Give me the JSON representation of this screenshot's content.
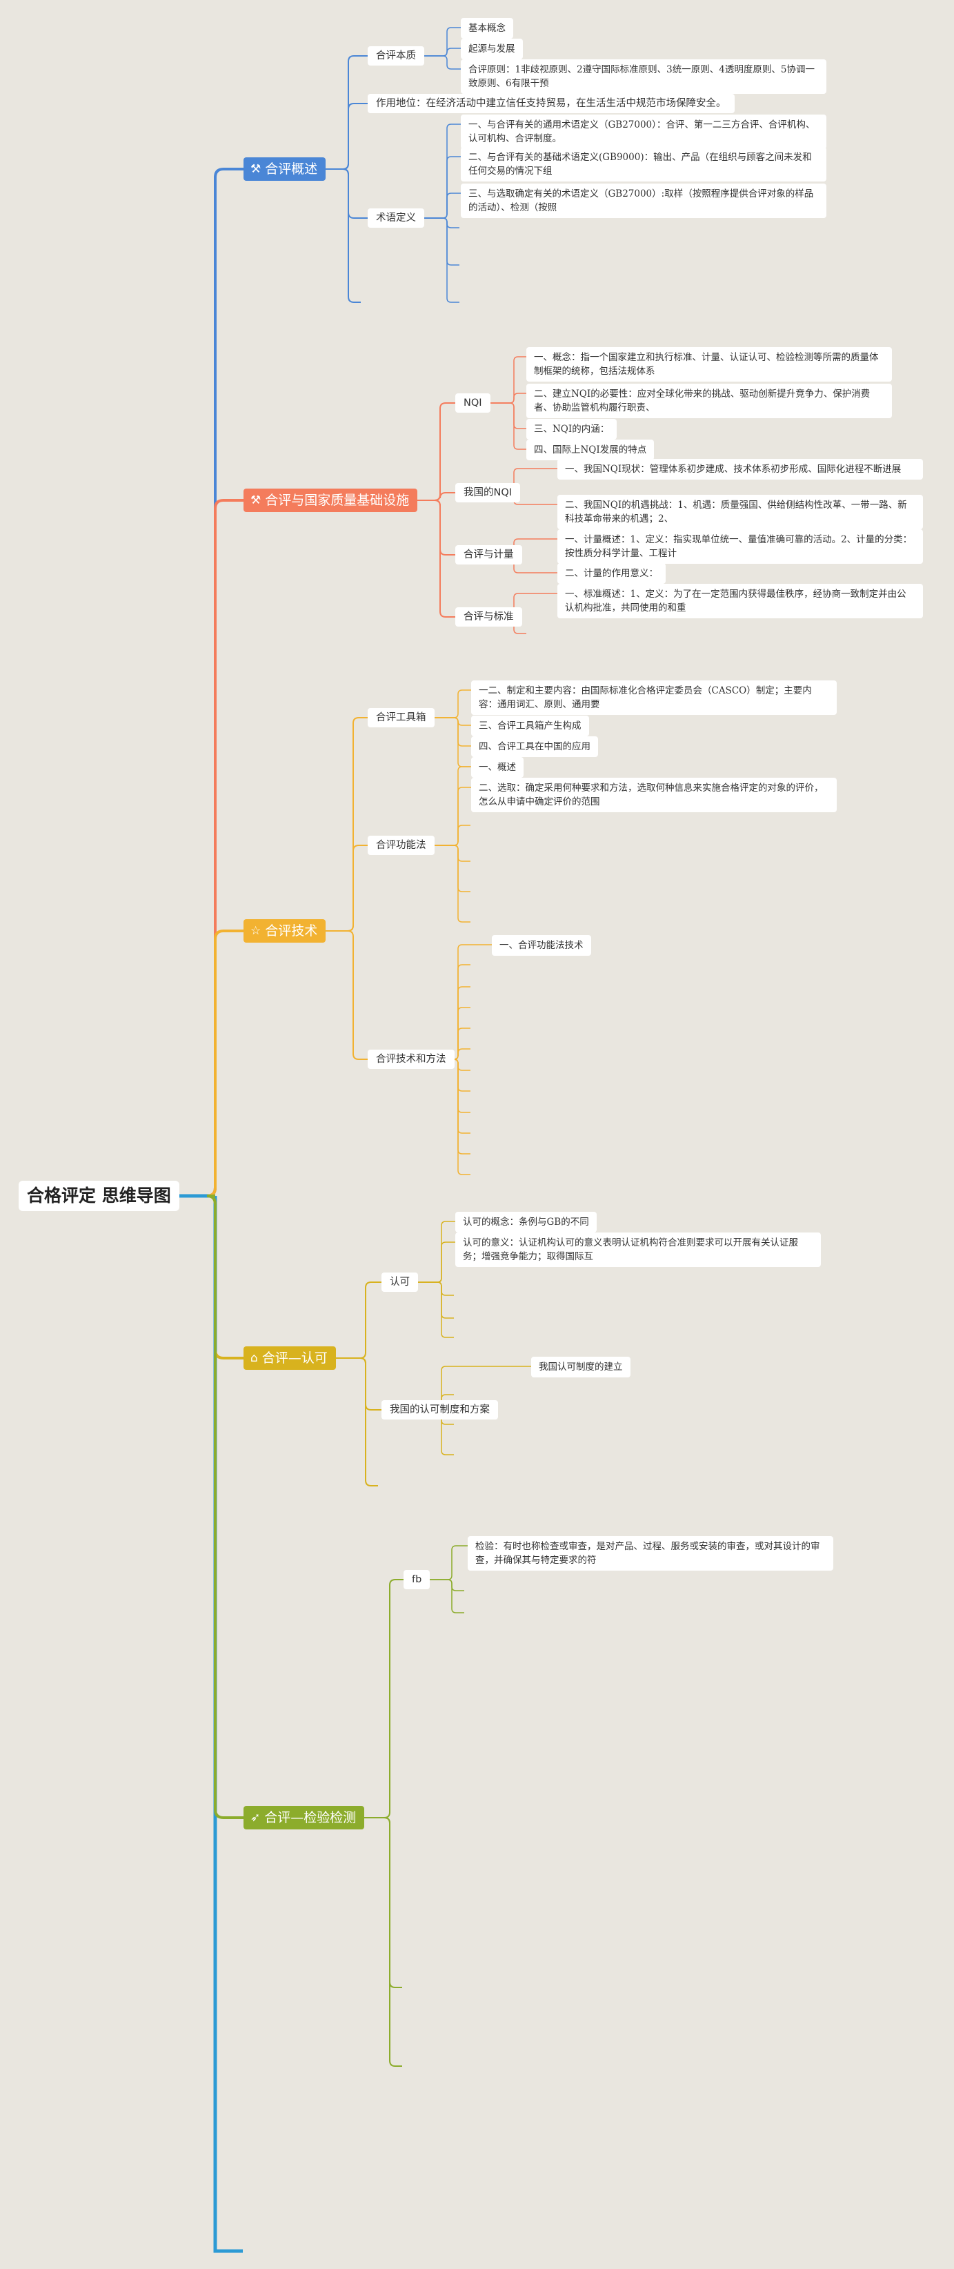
{
  "root": {
    "title": "合格评定 思维导图"
  },
  "colors": {
    "trunk": "#2c9ad4",
    "b1": "#4a86d6",
    "b2": "#f47c5c",
    "b3": "#f2b231",
    "b4": "#d8b21e",
    "b5": "#8cac2c"
  },
  "branches": [
    {
      "label": "合评概述",
      "icon": "wrench-icon",
      "glyph": "⚒",
      "children": [
        {
          "label": "合评本质",
          "items": [
            "基本概念",
            "起源与发展",
            "合评原则：1非歧视原则、2遵守国际标准原则、3统一原则、4透明度原则、5协调一致原则、6有限干预"
          ]
        },
        {
          "label": "作用地位：在经济活动中建立信任支持贸易，在生活生活中规范市场保障安全。",
          "items": []
        },
        {
          "label": "术语定义",
          "items": [
            "一、与合评有关的通用术语定义（GB27000）：合评、第一二三方合评、合评机构、认可机构、合评制度。",
            "二、与合评有关的基础术语定义(GB9000)：输出、产品（在组织与顾客之间未发和任何交易的情况下组",
            "三、与选取确定有关的术语定义（GB27000）:取样（按照程序提供合评对象的样品的活动）、检测（按照"
          ]
        }
      ]
    },
    {
      "label": "合评与国家质量基础设施",
      "icon": "wrench-icon",
      "glyph": "⚒",
      "children": [
        {
          "label": "NQI",
          "items": [
            "一、概念：指一个国家建立和执行标准、计量、认证认可、检验检测等所需的质量体制框架的统称，包括法规体系",
            "二、建立NQI的必要性：应对全球化带来的挑战、驱动创新提升竞争力、保护消费者、协助监管机构履行职责、",
            "三、NQI的内涵：",
            "四、国际上NQI发展的特点"
          ]
        },
        {
          "label": "我国的NQI",
          "items": [
            "一、我国NQI现状：管理体系初步建成、技术体系初步形成、国际化进程不断进展",
            "二、我国NQI的机遇挑战：1、机遇：质量强国、供给侧结构性改革、一带一路、新科技革命带来的机遇；2、"
          ]
        },
        {
          "label": "合评与计量",
          "items": [
            "一、计量概述：1、定义：指实现单位统一、量值准确可靠的活动。2、计量的分类：按性质分科学计量、工程计",
            "二、计量的作用意义："
          ]
        },
        {
          "label": "合评与标准",
          "items": [
            "一、标准概述：1、定义：为了在一定范围内获得最佳秩序，经协商一致制定并由公认机构批准，共同使用的和重"
          ]
        }
      ]
    },
    {
      "label": "合评技术",
      "icon": "star-icon",
      "glyph": "☆",
      "children": [
        {
          "label": "合评工具箱",
          "items": [
            "一二、制定和主要内容：由国际标准化合格评定委员会（CASCO）制定；主要内容：通用词汇、原则、通用要",
            "三、合评工具箱产生构成",
            "四、合评工具在中国的应用"
          ]
        },
        {
          "label": "合评功能法",
          "items": [
            "一、概述",
            "二、选取：确定采用何种要求和方法，选取何种信息来实施合格评定的对象的评价，怎么从申请中确定评价的范围"
          ]
        },
        {
          "label": "合评技术和方法",
          "items": [
            "一、合评功能法技术"
          ]
        }
      ]
    },
    {
      "label": "合评—认可",
      "icon": "home-icon",
      "glyph": "⌂",
      "children": [
        {
          "label": "认可",
          "items": [
            "认可的概念：条例与GB的不同",
            "认可的意义：认证机构认可的意义表明认证机构符合准则要求可以开展有关认证服务；增强竞争能力；取得国际互"
          ]
        },
        {
          "label": "我国的认可制度和方案",
          "items": [
            "我国认可制度的建立"
          ]
        }
      ]
    },
    {
      "label": "合评—检验检测",
      "icon": "rocket-icon",
      "glyph": "➶",
      "children": [
        {
          "label": "fb",
          "items": [
            "检验：有时也称检查或审查，是对产品、过程、服务或安装的审查，或对其设计的审查，并确保其与特定要求的符"
          ]
        }
      ]
    }
  ]
}
